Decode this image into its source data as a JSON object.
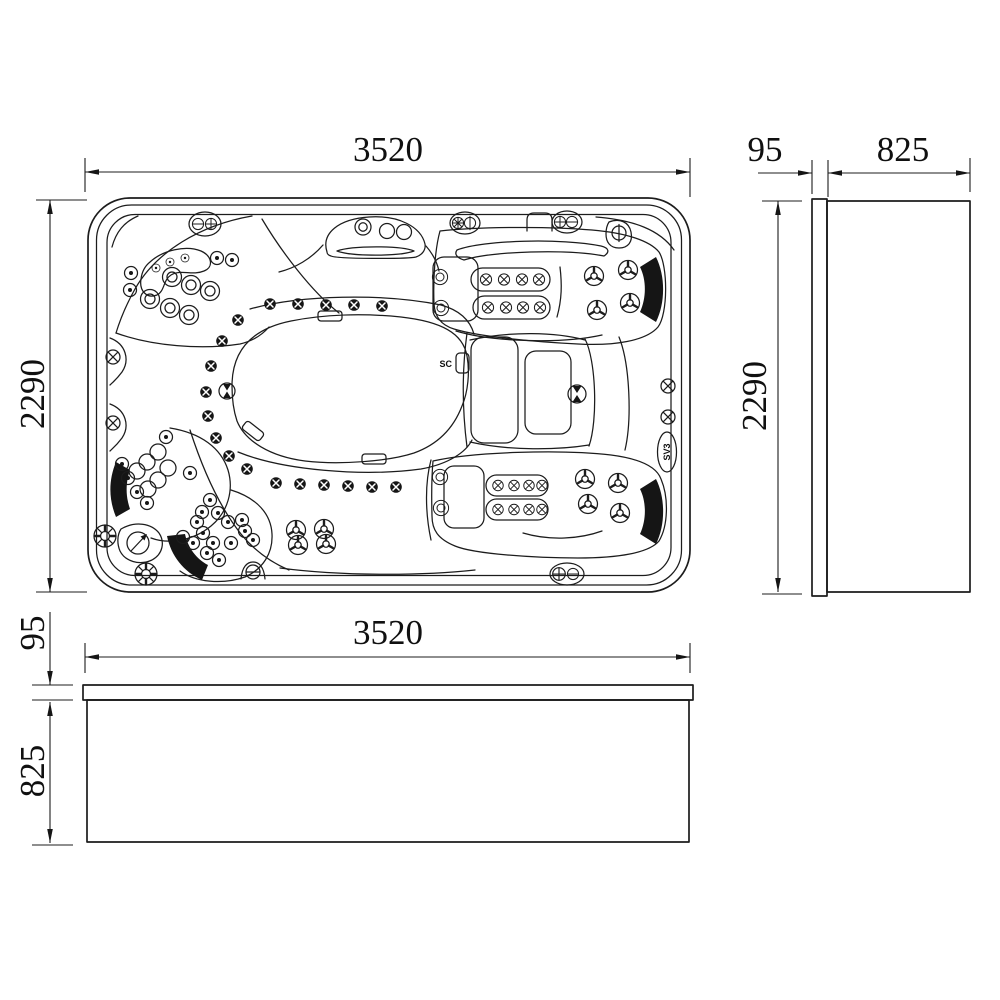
{
  "drawing_title": "spa-hot-tub-three-view-technical-drawing",
  "colors": {
    "background": "#ffffff",
    "line": "#1c1c1c",
    "headrest_fill": "#151515"
  },
  "top_view": {
    "width_dim": "3520",
    "height_dim": "2290",
    "label_sc": "SC",
    "label_sv3": "SV3"
  },
  "side_view": {
    "rim_dim": "95",
    "shell_dim": "825",
    "height_dim": "2290"
  },
  "front_view": {
    "width_dim": "3520",
    "rim_dim": "95",
    "height_dim": "825"
  }
}
